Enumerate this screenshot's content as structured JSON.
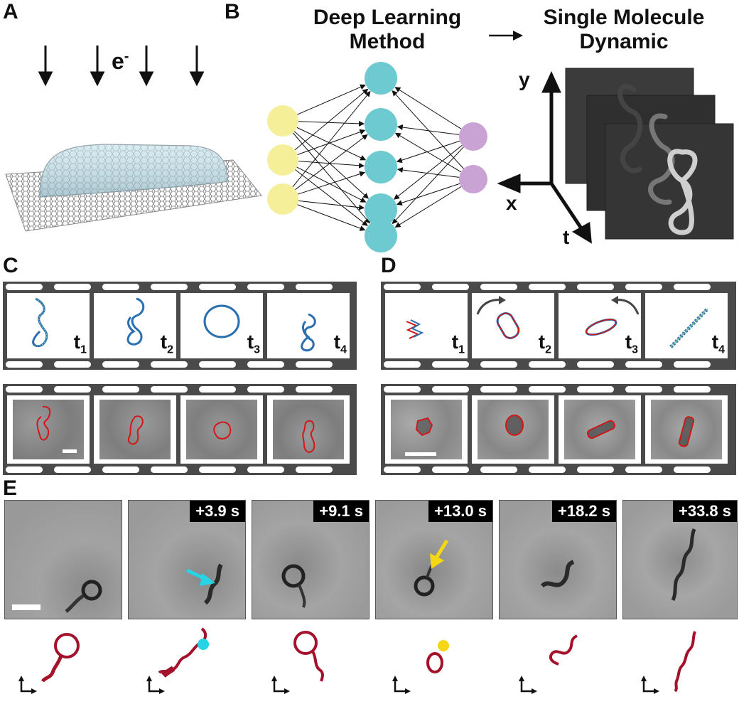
{
  "panels": {
    "a": {
      "letter": "A",
      "electron_label": "e",
      "electron_sup": "-"
    },
    "b": {
      "letter": "B",
      "title_left": [
        "Deep Learning",
        "Method"
      ],
      "title_right": [
        "Single Molecule",
        "Dynamic"
      ],
      "axis_y": "y",
      "axis_x": "x",
      "axis_t": "t"
    },
    "c": {
      "letter": "C",
      "times": [
        {
          "t": "t",
          "sub": "1"
        },
        {
          "t": "t",
          "sub": "2"
        },
        {
          "t": "t",
          "sub": "3"
        },
        {
          "t": "t",
          "sub": "4"
        }
      ]
    },
    "d": {
      "letter": "D",
      "times": [
        {
          "t": "t",
          "sub": "1"
        },
        {
          "t": "t",
          "sub": "2"
        },
        {
          "t": "t",
          "sub": "3"
        },
        {
          "t": "t",
          "sub": "4"
        }
      ]
    },
    "e": {
      "letter": "E",
      "timestamps": [
        "",
        "+3.9 s",
        "+9.1 s",
        "+13.0 s",
        "+18.2 s",
        "+33.8 s"
      ]
    }
  },
  "colors": {
    "nn_input": "#f5ef9a",
    "nn_hidden": "#6ccad0",
    "nn_output": "#c9a3d4",
    "contour": "#d01818",
    "strand": "#a3122a",
    "cyan_marker": "#29d3e6",
    "yellow_marker": "#f6d812",
    "filmstrip": "#4a4a4a"
  }
}
